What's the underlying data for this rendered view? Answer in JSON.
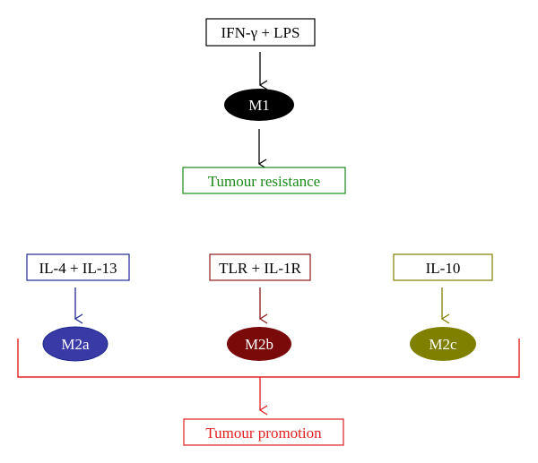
{
  "colors": {
    "m1_fill": "#000000",
    "resistance": "#1a8a1a",
    "m2a": "#1f2a8f",
    "m2a_fill": "#3a3aa6",
    "m2b": "#8b1a1a",
    "m2b_fill": "#7a0a0a",
    "m2c": "#7f7f00",
    "m2c_fill": "#7f7f00",
    "promotion": "#e02020"
  },
  "top": {
    "stimulus_label": "IFN-γ + LPS",
    "m1_label": "M1",
    "outcome_label": "Tumour resistance"
  },
  "m2": {
    "a": {
      "stimulus_label": "IL-4 + IL-13",
      "node_label": "M2a"
    },
    "b": {
      "stimulus_label": "TLR + IL-1R",
      "node_label": "M2b"
    },
    "c": {
      "stimulus_label": "IL-10",
      "node_label": "M2c"
    }
  },
  "bottom": {
    "outcome_label": "Tumour promotion"
  }
}
